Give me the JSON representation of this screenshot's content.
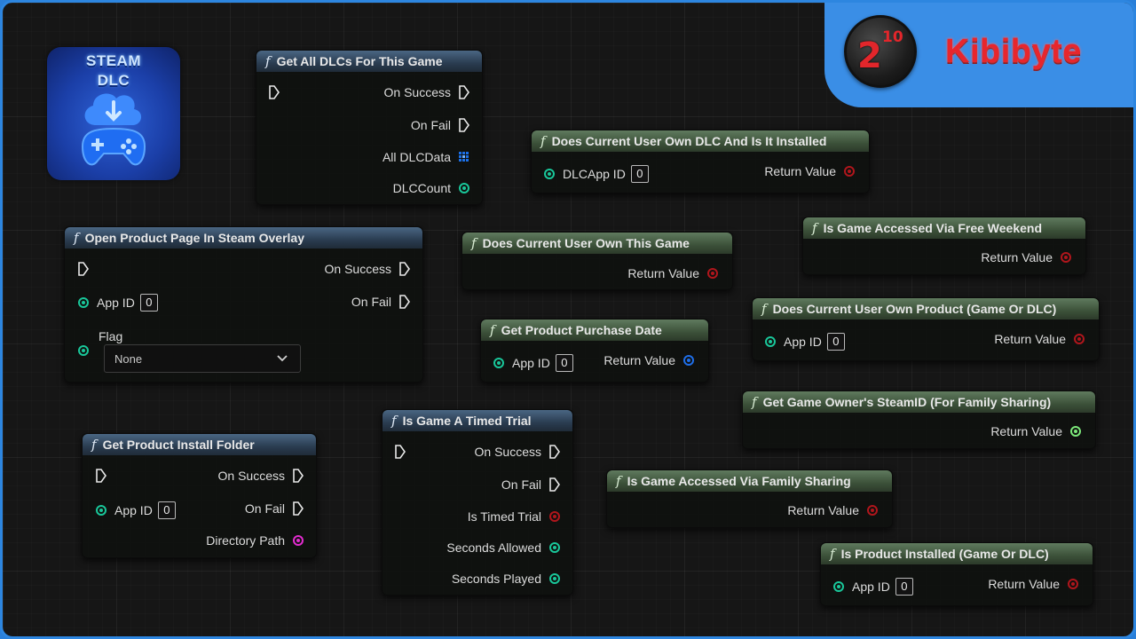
{
  "brand": {
    "logo_base": "2",
    "logo_exp": "10",
    "name": "Kibibyte"
  },
  "steam_logo": {
    "line1": "STEAM",
    "line2": "DLC"
  },
  "nodes": {
    "get_all_dlcs": {
      "title": "Get All DLCs For This Game",
      "on_success": "On Success",
      "on_fail": "On Fail",
      "all_dlc_data": "All DLCData",
      "dlc_count": "DLCCount"
    },
    "open_product_page": {
      "title": "Open Product Page In Steam Overlay",
      "on_success": "On Success",
      "on_fail": "On Fail",
      "app_id": "App ID",
      "app_id_value": "0",
      "flag": "Flag",
      "flag_value": "None"
    },
    "get_install_folder": {
      "title": "Get Product Install Folder",
      "on_success": "On Success",
      "on_fail": "On Fail",
      "app_id": "App ID",
      "app_id_value": "0",
      "directory_path": "Directory Path"
    },
    "owns_dlc_installed": {
      "title": "Does Current User Own DLC And Is It Installed",
      "dlc_app_id": "DLCApp ID",
      "dlc_app_id_value": "0",
      "return_value": "Return Value"
    },
    "owns_game": {
      "title": "Does Current User Own This Game",
      "return_value": "Return Value"
    },
    "purchase_date": {
      "title": "Get Product Purchase Date",
      "app_id": "App ID",
      "app_id_value": "0",
      "return_value": "Return Value"
    },
    "timed_trial": {
      "title": "Is Game A Timed Trial",
      "on_success": "On Success",
      "on_fail": "On Fail",
      "is_timed_trial": "Is Timed Trial",
      "seconds_allowed": "Seconds Allowed",
      "seconds_played": "Seconds Played"
    },
    "free_weekend": {
      "title": "Is Game Accessed Via Free Weekend",
      "return_value": "Return Value"
    },
    "owns_product": {
      "title": "Does Current User Own Product (Game Or DLC)",
      "app_id": "App ID",
      "app_id_value": "0",
      "return_value": "Return Value"
    },
    "owner_steamid": {
      "title": "Get Game Owner's SteamID (For Family Sharing)",
      "return_value": "Return Value"
    },
    "family_sharing": {
      "title": "Is Game Accessed Via Family Sharing",
      "return_value": "Return Value"
    },
    "product_installed": {
      "title": "Is Product Installed (Game Or DLC)",
      "app_id": "App ID",
      "app_id_value": "0",
      "return_value": "Return Value"
    }
  },
  "icons": {
    "function": "function-icon",
    "exec": "exec-pin-icon",
    "data": "data-pin-icon",
    "array": "array-pin-icon",
    "chevron": "chevron-down-icon"
  },
  "colors": {
    "frame_border": "#2d86e0",
    "brand_bg": "#3a8ee6",
    "brand_red": "#e7262d",
    "header_blue": "#2a3c50",
    "header_green": "#3c5139",
    "pin_int": "#19c79a",
    "pin_bool": "#b0161c",
    "pin_struct": "#1f6ee8",
    "pin_string": "#e22ccf",
    "pin_steamid": "#7ce87a"
  }
}
